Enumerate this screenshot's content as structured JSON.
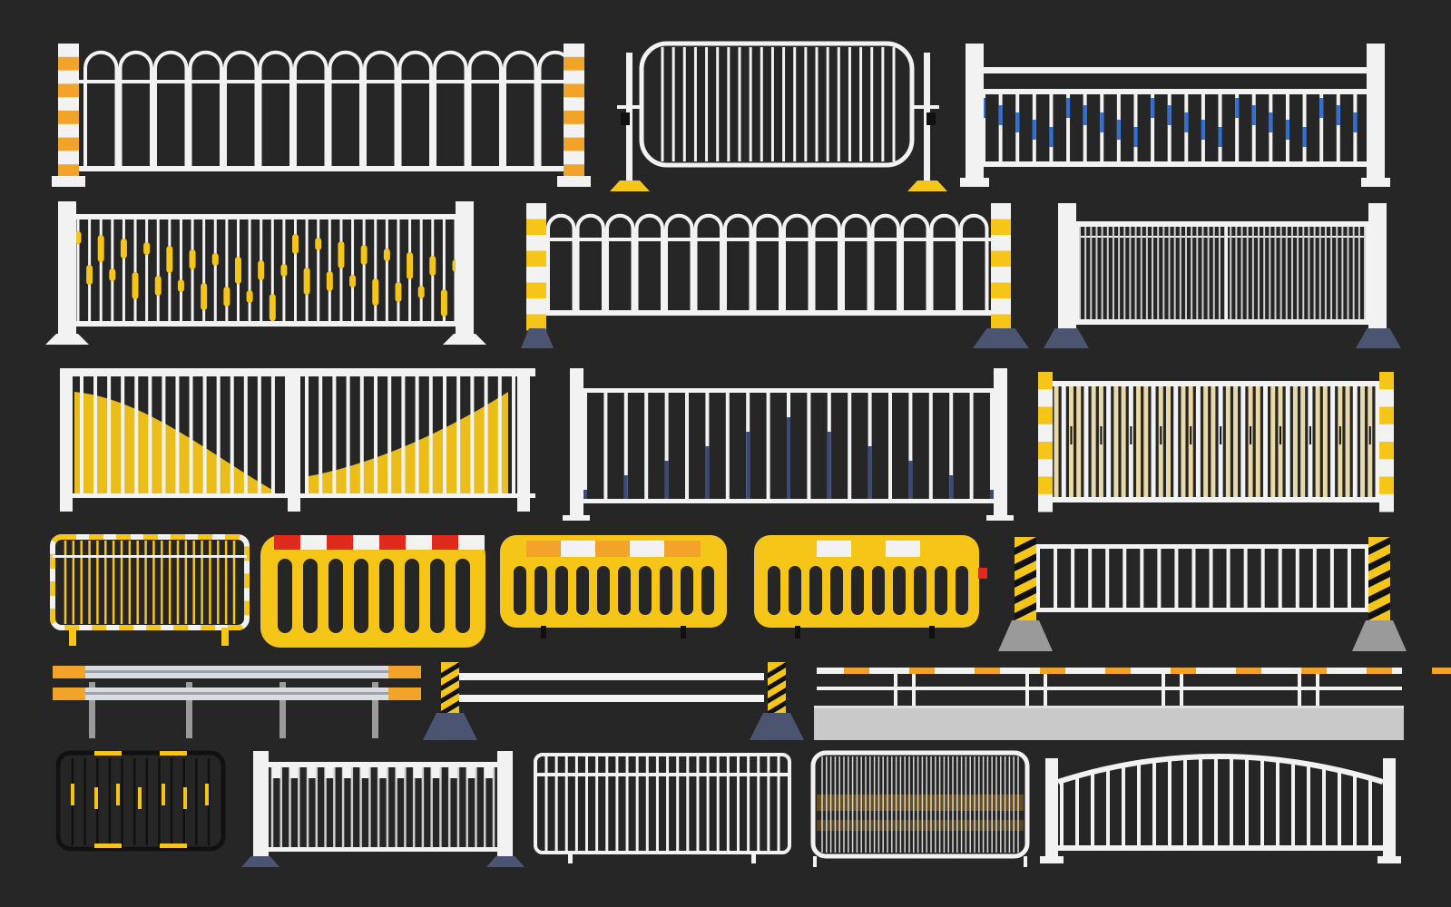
{
  "background": "#262626",
  "colors": {
    "white": "#f2f2f2",
    "yellow": "#f5c518",
    "orange": "#f2a32a",
    "blue": "#2f6fd6",
    "navy": "#3a4a7a",
    "red": "#e02a1e",
    "black": "#111111",
    "gray": "#9a9a9a",
    "cream": "#e9d9a6",
    "base": "#4b5470",
    "concrete": "#c9c9c9"
  },
  "items": [
    {
      "name": "fence-arched-orange-posts",
      "style": "arched-top",
      "accent": "orange"
    },
    {
      "name": "fence-rounded-frame-panel",
      "style": "rounded-frame",
      "accent": "yellow"
    },
    {
      "name": "fence-blue-accent-bars",
      "style": "two-rail-bars",
      "accent": "blue"
    },
    {
      "name": "fence-yellow-dots",
      "style": "dotted-bars",
      "accent": "yellow"
    },
    {
      "name": "fence-arched-yellow-posts",
      "style": "arched-top",
      "accent": "yellow"
    },
    {
      "name": "fence-dense-dark-panel",
      "style": "dense-bars",
      "accent": "gray"
    },
    {
      "name": "fence-yellow-wave",
      "style": "wave-fill",
      "accent": "yellow"
    },
    {
      "name": "fence-navy-graded-bars",
      "style": "graded-bars",
      "accent": "navy"
    },
    {
      "name": "fence-cream-bars",
      "style": "cream-bars",
      "accent": "cream"
    },
    {
      "name": "barrier-yellow-frame-small",
      "style": "frame-barrier",
      "accent": "yellow"
    },
    {
      "name": "barrier-plastic-red-white",
      "style": "plastic-barrier",
      "accent": "red"
    },
    {
      "name": "barrier-plastic-orange-white",
      "style": "plastic-barrier",
      "accent": "orange"
    },
    {
      "name": "barrier-plastic-white-yellow",
      "style": "plastic-barrier",
      "accent": "yellow"
    },
    {
      "name": "fence-hazard-posts",
      "style": "hazard-posts",
      "accent": "black"
    },
    {
      "name": "guardrail-beam",
      "style": "beam-guardrail",
      "accent": "orange"
    },
    {
      "name": "rail-hazard-posts",
      "style": "hazard-rails",
      "accent": "black"
    },
    {
      "name": "median-rail-concrete",
      "style": "median-concrete",
      "accent": "orange"
    },
    {
      "name": "barrier-black-yellow-marks",
      "style": "black-frame",
      "accent": "yellow"
    },
    {
      "name": "fence-square-top-bars",
      "style": "square-top",
      "accent": "white"
    },
    {
      "name": "fence-simple-bars",
      "style": "simple-bars",
      "accent": "white"
    },
    {
      "name": "barrier-mesh-panel",
      "style": "mesh-panel",
      "accent": "orange"
    },
    {
      "name": "fence-arched-top-rail",
      "style": "arched-rail",
      "accent": "white"
    }
  ]
}
